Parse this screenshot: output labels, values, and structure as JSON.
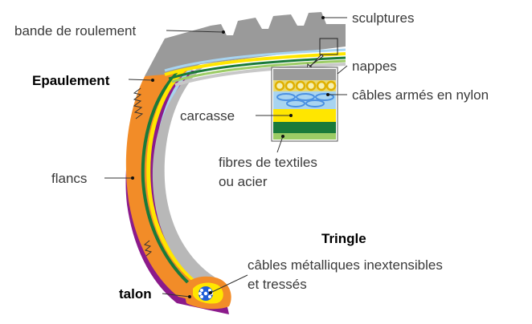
{
  "diagram": {
    "labels": {
      "sculptures": "sculptures",
      "bande_de_roulement": "bande de roulement",
      "nappes": "nappes",
      "epaulement": "Epaulement",
      "cables_armes": "câbles armés en nylon",
      "carcasse": "carcasse",
      "fibres_line1": "fibres de textiles",
      "fibres_line2": "ou acier",
      "flancs": "flancs",
      "tringle": "Tringle",
      "cables_metal_line1": "câbles métalliques inextensibles",
      "cables_metal_line2": "et tressés",
      "talon": "talon"
    },
    "colors": {
      "tread_gray": "#9a9a9a",
      "layer_yellow": "#ffe600",
      "layer_green": "#1a7a3a",
      "layer_light_green": "#9ccc65",
      "layer_light_blue": "#a8d4f0",
      "layer_orange": "#f28c28",
      "layer_purple": "#8b1a8b",
      "cable_gold": "#e0b000",
      "cable_blue": "#4a90e2",
      "bead_blue": "#1e5ed8"
    }
  }
}
